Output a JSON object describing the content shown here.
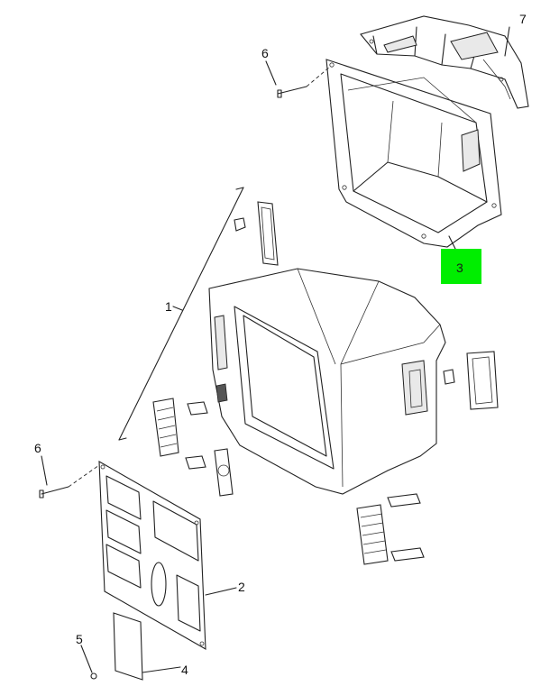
{
  "callouts": {
    "c1": "1",
    "c2": "2",
    "c3": "3",
    "c4": "4",
    "c5": "5",
    "c6_top": "6",
    "c6_left": "6",
    "c7": "7"
  },
  "highlight": {
    "callout": "3",
    "color": "#00ee00"
  }
}
